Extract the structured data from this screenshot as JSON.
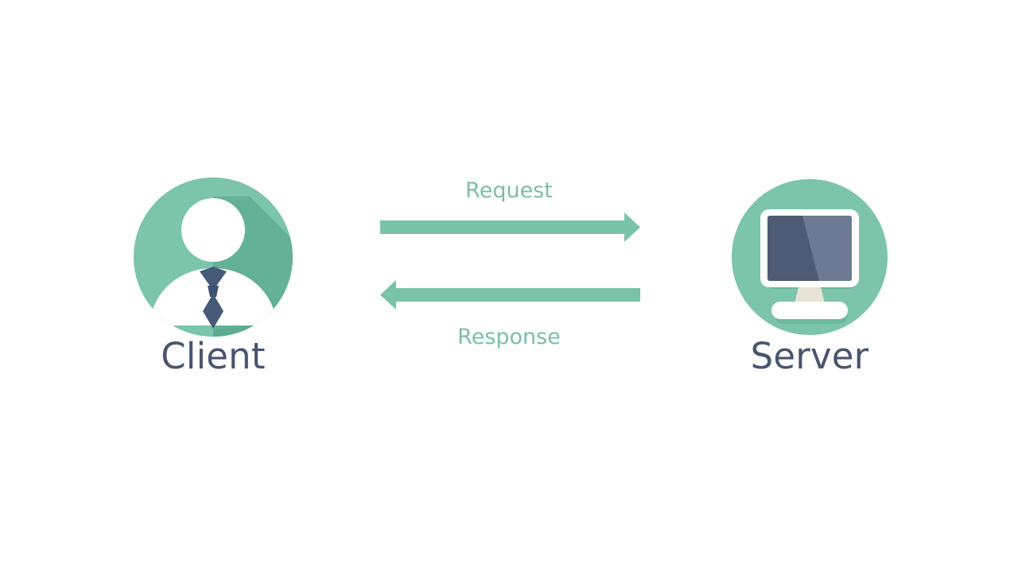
{
  "diagram": {
    "title": "Client Server Request Response Diagram",
    "background": "#ffffff",
    "palette": {
      "accent_green": "#7cc5aa",
      "accent_green_shadow": "#55a58c",
      "label_text": "#48566d",
      "flow_text": "#7cbfa4",
      "screen_dark": "#4d5b75",
      "screen_light": "#6d7a93",
      "tie_navy": "#465a78",
      "stand_cream": "#e8e4d5",
      "white": "#ffffff"
    }
  },
  "nodes": [
    {
      "id": "client",
      "label": "Client",
      "icon": "user-avatar-icon",
      "description": "Flat circular green avatar of a person wearing a shirt and tie with a long diagonal shadow"
    },
    {
      "id": "server",
      "label": "Server",
      "icon": "desktop-monitor-icon",
      "description": "Flat circular green badge containing a white-framed desktop monitor with a dark slate screen"
    }
  ],
  "flows": [
    {
      "id": "request",
      "label": "Request",
      "direction": "client-to-server",
      "arrow": "arrow-right",
      "label_position": "above"
    },
    {
      "id": "response",
      "label": "Response",
      "direction": "server-to-client",
      "arrow": "arrow-left",
      "label_position": "below"
    }
  ]
}
